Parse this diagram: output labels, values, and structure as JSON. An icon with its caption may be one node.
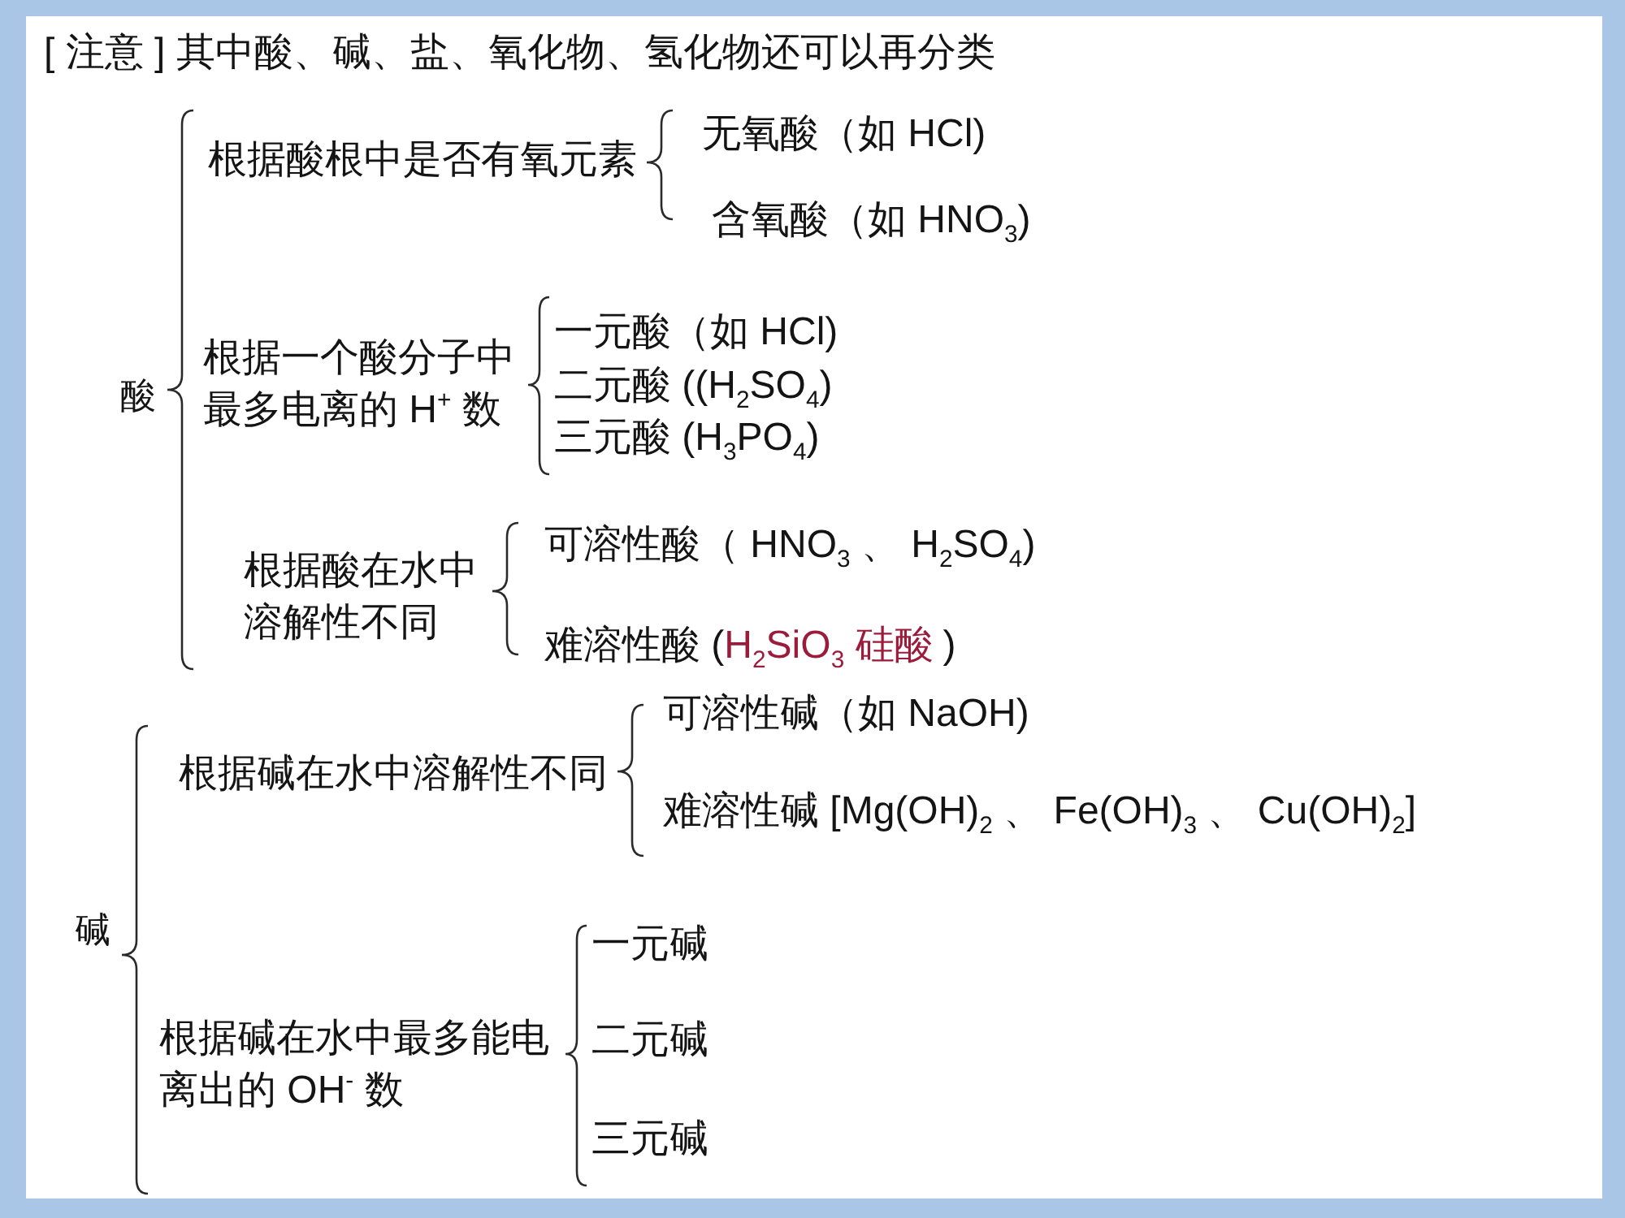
{
  "diagram": {
    "title": "[ 注意 ] 其中酸、碱、盐、氧化物、氢化物还可以再分类",
    "nodes": [
      {
        "text": [
          "酸"
        ]
      },
      {
        "text": [
          "根据酸根中是否有氧元素"
        ]
      },
      {
        "text": [
          "无氧酸（如 HCl)"
        ]
      },
      {
        "text": [
          "含氧酸（如 HNO$_{3}$)"
        ]
      },
      {
        "text": [
          "根据一个酸分子中最多电离的 H$^{+}$ 数"
        ]
      },
      {
        "text": [
          "一元酸（如 HCl)"
        ]
      },
      {
        "text": [
          "二元酸 ((H$_{2}$SO$_{4}$)"
        ]
      },
      {
        "text": [
          "三元酸 (H$_{3}$PO$_{4}$)"
        ]
      },
      {
        "text": [
          "根据酸在水中溶解性不同"
        ]
      },
      {
        "text": [
          "可溶性酸（ HNO$_{3}$ 、 H$_{2}$SO$_{4}$)"
        ]
      },
      {
        "text": [
          "难溶性酸 (",
          "H$_{2}$SiO$_{3}$ 硅酸",
          ")"
        ]
      },
      {
        "text": [
          "碱"
        ]
      },
      {
        "text": [
          "根据碱在水中溶解性不同"
        ]
      },
      {
        "text": [
          "可溶性碱（如 NaOH)"
        ]
      },
      {
        "text": [
          "难溶性碱 [Mg(OH)$_{2}$ 、 Fe(OH)$_{3}$ 、 Cu(OH)$_{2}$]"
        ]
      },
      {
        "text": [
          "根据碱在水中最多能电离出的 OH$^{-}$ 数"
        ]
      },
      {
        "text": [
          "一元碱"
        ]
      },
      {
        "text": [
          "二元碱"
        ]
      },
      {
        "text": [
          "三元碱"
        ]
      }
    ],
    "edges": [
      {
        "from": 0,
        "to": 1,
        "arrow": "none"
      },
      {
        "from": 0,
        "to": 4,
        "arrow": "none"
      },
      {
        "from": 0,
        "to": 8,
        "arrow": "none"
      },
      {
        "from": 1,
        "to": 2,
        "arrow": "none"
      },
      {
        "from": 1,
        "to": 3,
        "arrow": "none"
      },
      {
        "from": 4,
        "to": 5,
        "arrow": "none"
      },
      {
        "from": 4,
        "to": 6,
        "arrow": "none"
      },
      {
        "from": 4,
        "to": 7,
        "arrow": "none"
      },
      {
        "from": 8,
        "to": 9,
        "arrow": "none"
      },
      {
        "from": 8,
        "to": 10,
        "arrow": "none"
      },
      {
        "from": 11,
        "to": 12,
        "arrow": "none"
      },
      {
        "from": 11,
        "to": 15,
        "arrow": "none"
      },
      {
        "from": 12,
        "to": 13,
        "arrow": "none"
      },
      {
        "from": 12,
        "to": 14,
        "arrow": "none"
      },
      {
        "from": 15,
        "to": 16,
        "arrow": "none"
      },
      {
        "from": 15,
        "to": 17,
        "arrow": "none"
      },
      {
        "from": 15,
        "to": 18,
        "arrow": "none"
      }
    ]
  }
}
